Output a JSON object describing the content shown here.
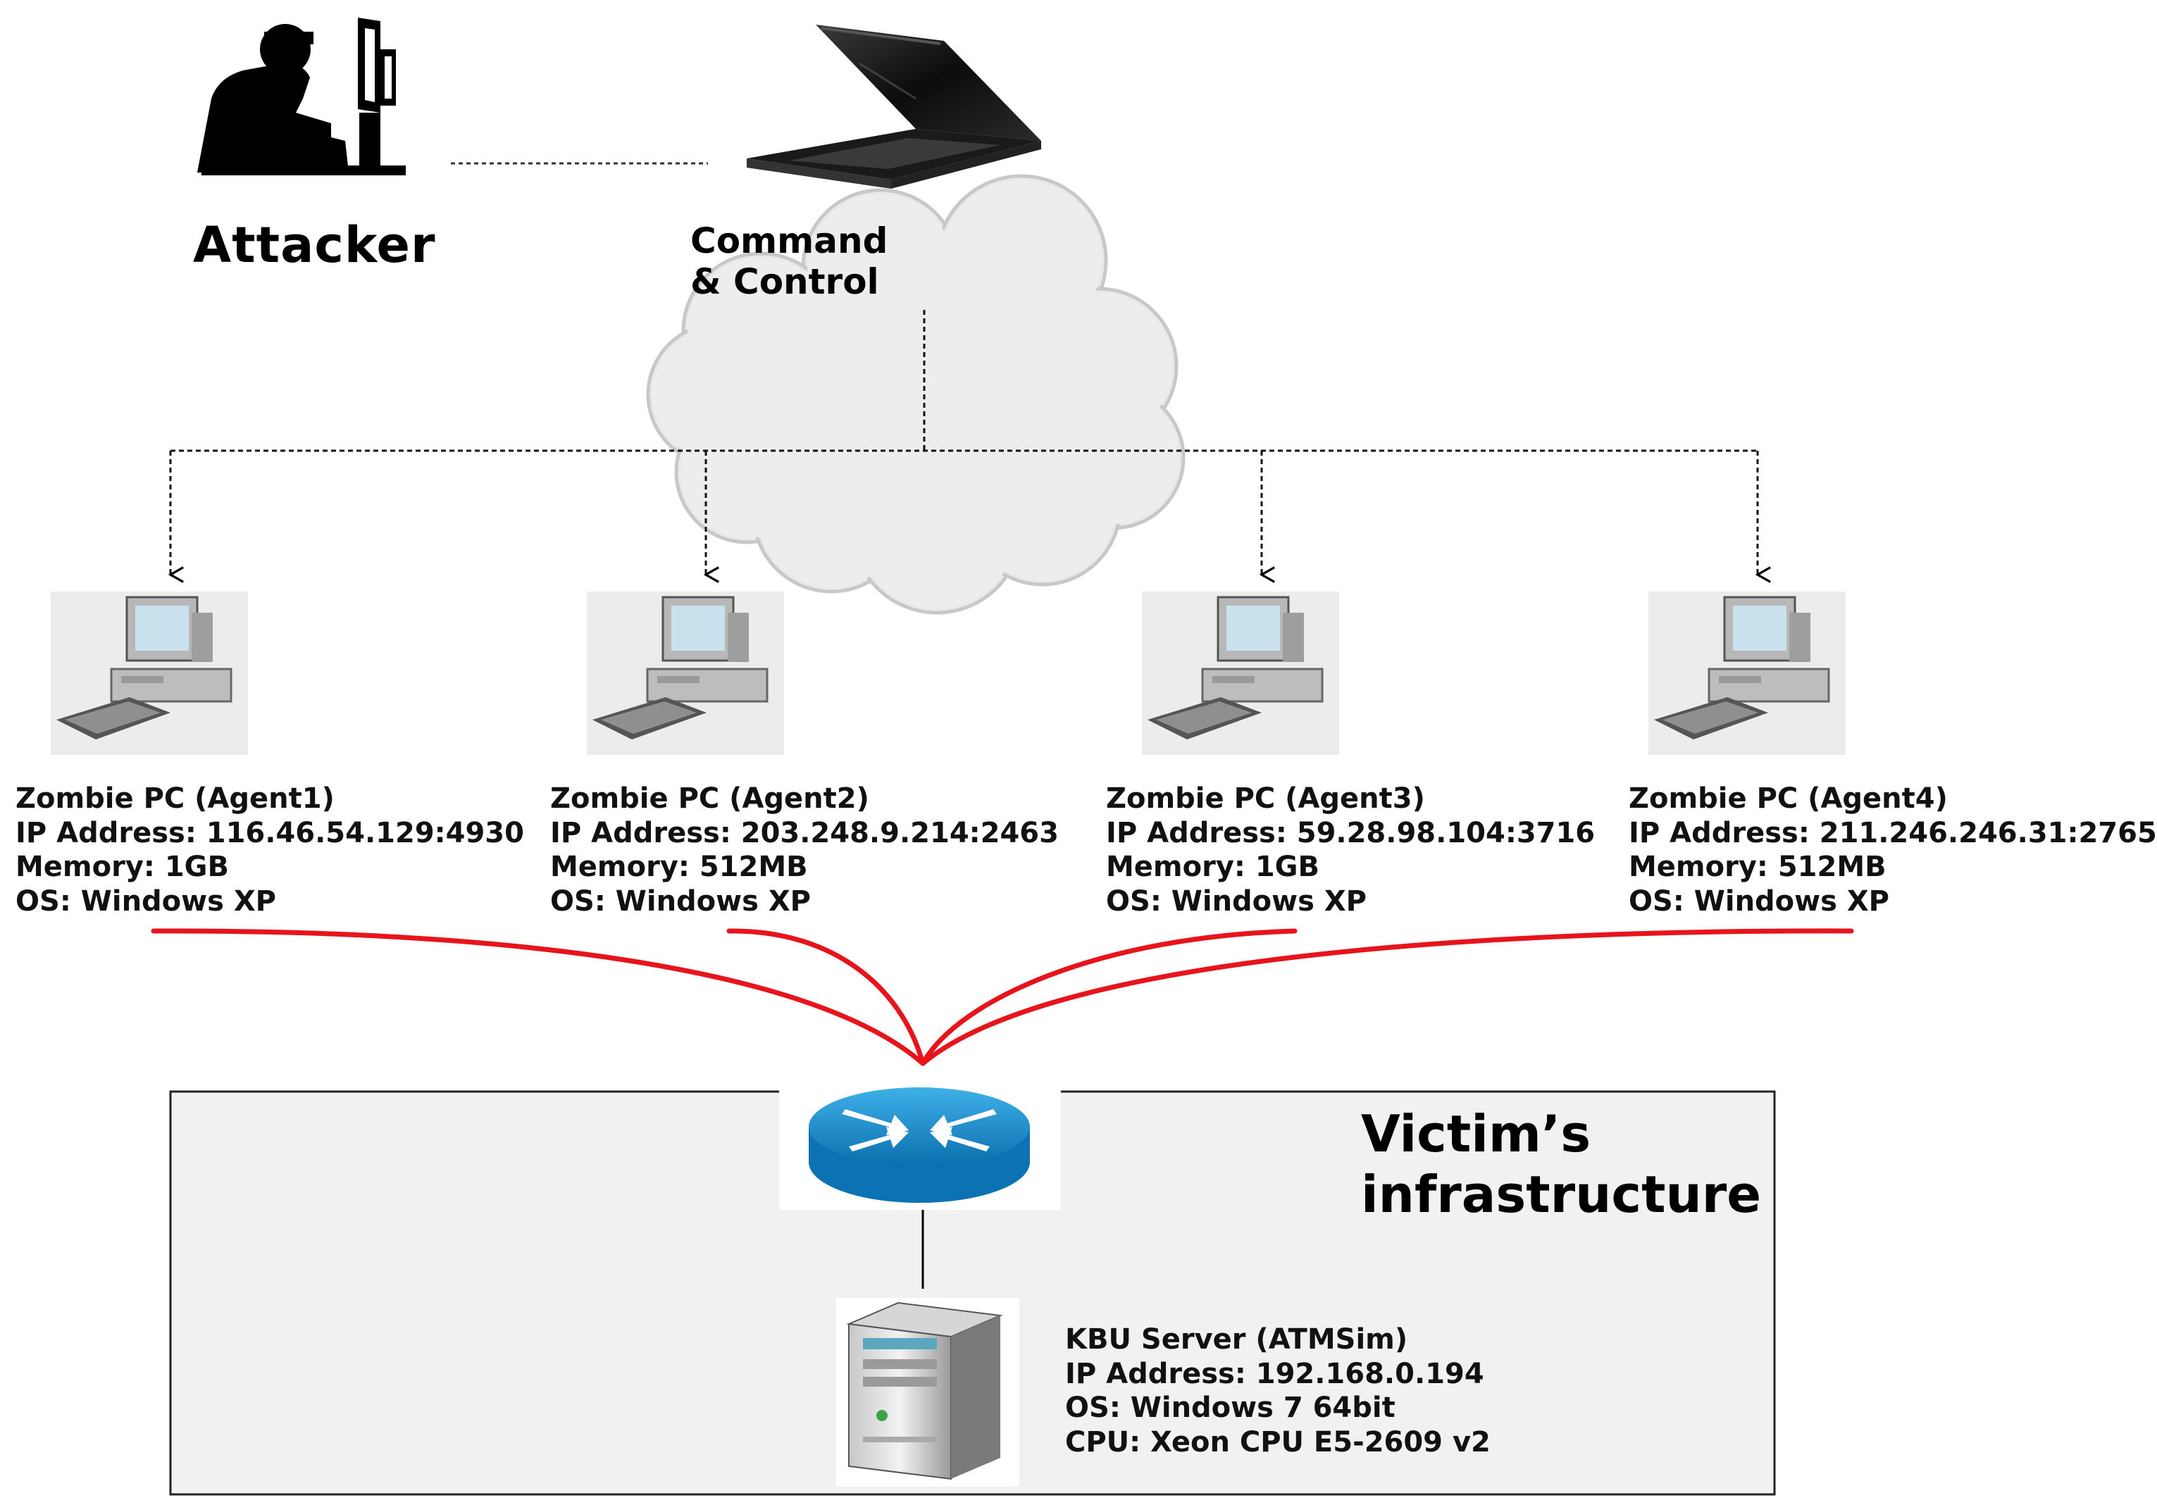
{
  "attacker": {
    "label": "Attacker"
  },
  "cnc": {
    "line1": "Command",
    "line2": "& Control"
  },
  "zombies": [
    {
      "title": "Zombie PC (Agent1)",
      "ip": "IP Address:  116.46.54.129:4930",
      "memory": "Memory: 1GB",
      "os": "OS: Windows XP"
    },
    {
      "title": "Zombie PC (Agent2)",
      "ip": "IP Address:  203.248.9.214:2463",
      "memory": "Memory: 512MB",
      "os": "OS: Windows XP"
    },
    {
      "title": "Zombie PC (Agent3)",
      "ip": "IP Address:  59.28.98.104:3716",
      "memory": "Memory: 1GB",
      "os": "OS: Windows XP"
    },
    {
      "title": "Zombie PC (Agent4)",
      "ip": "IP Address:  211.246.246.31:2765",
      "memory": "Memory: 512MB",
      "os": "OS: Windows XP"
    }
  ],
  "victim": {
    "line1": "Victim’s",
    "line2": "infrastructure"
  },
  "server": {
    "title": "KBU Server  (ATMSim)",
    "ip": "IP Address:  192.168.0.194",
    "os": "OS: Windows 7 64bit",
    "cpu": "CPU: Xeon CPU  E5-2609 v2"
  },
  "colors": {
    "attack_lines": "#e8141c",
    "router": "#1a8fd0",
    "infra_bg": "#f1f1f1"
  }
}
